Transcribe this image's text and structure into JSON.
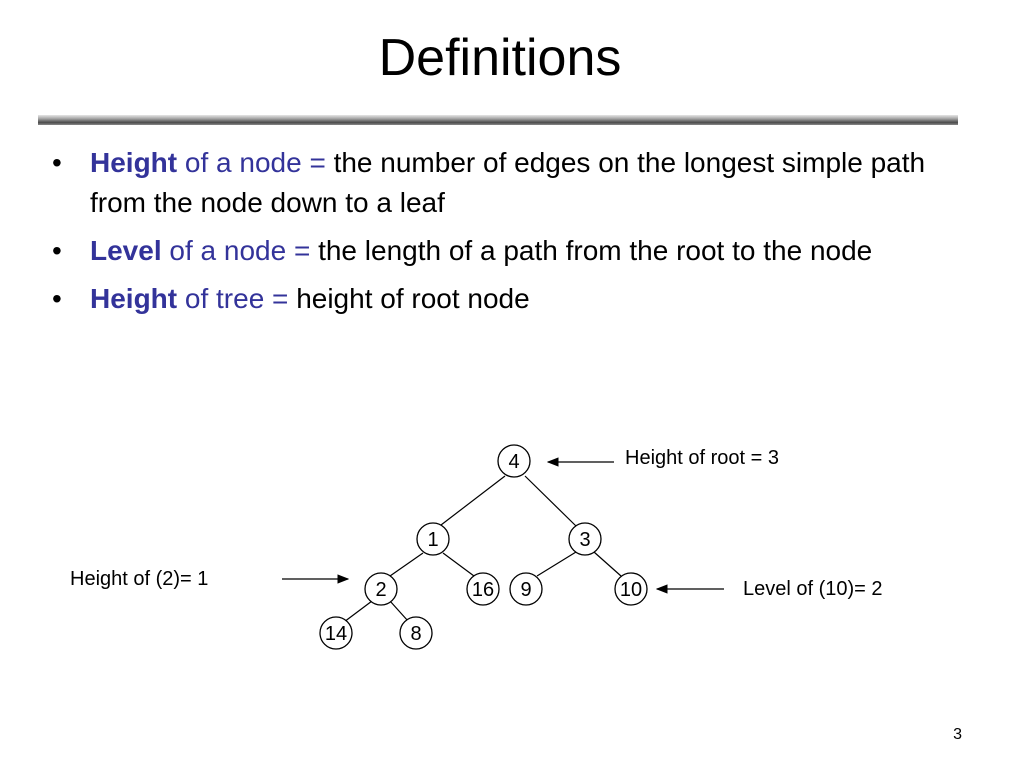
{
  "title": "Definitions",
  "bullets": [
    {
      "marker": "•",
      "term": "Height",
      "term_rest": " of a node = ",
      "definition": "the number of edges on the longest simple path from the node down to a leaf"
    },
    {
      "marker": "•",
      "term": "Level",
      "term_rest": " of a node = ",
      "definition": "the length of a path from the root to the node"
    },
    {
      "marker": "•",
      "term": "Height",
      "term_rest": " of tree = ",
      "definition": "height of root node"
    }
  ],
  "tree": {
    "nodes": {
      "root": "4",
      "n1": "1",
      "n3": "3",
      "n2": "2",
      "n16": "16",
      "n9": "9",
      "n10": "10",
      "n14": "14",
      "n8": "8"
    }
  },
  "annotations": {
    "root_height": "Height of root = 3",
    "node2_height": "Height of (2)= 1",
    "node10_level": "Level of (10)= 2"
  },
  "page_number": "3"
}
